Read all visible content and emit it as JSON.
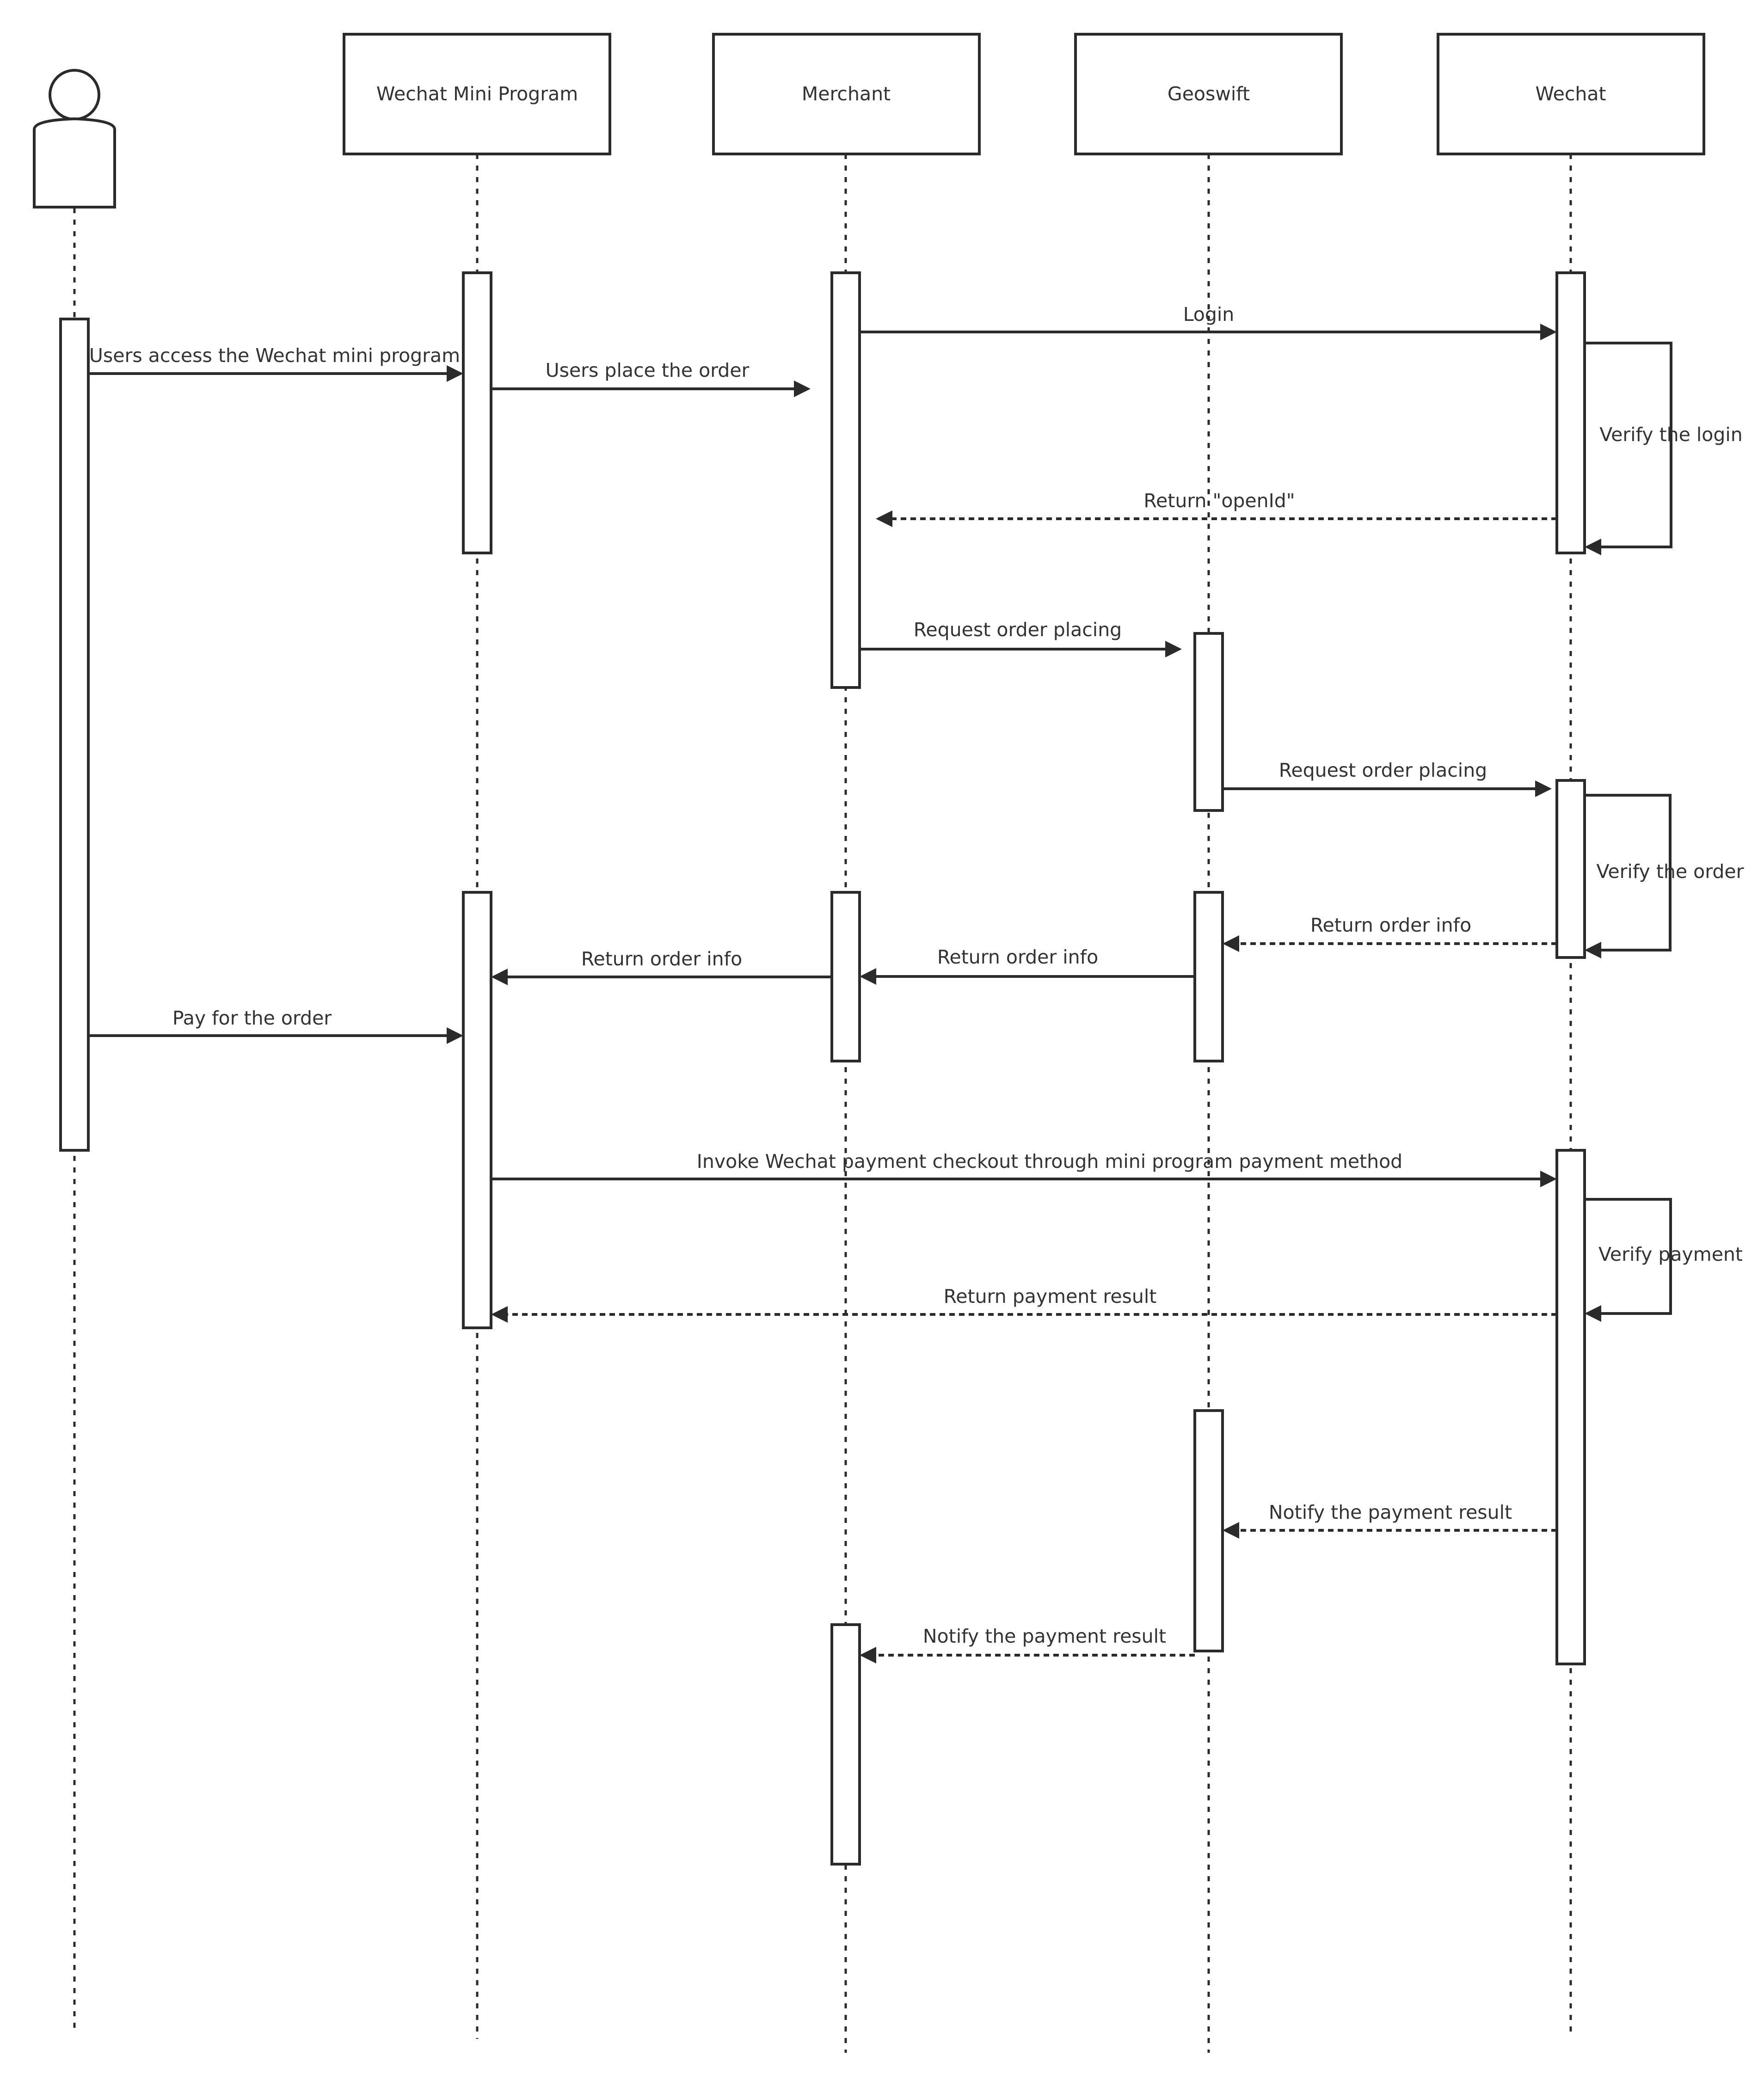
{
  "participants": [
    {
      "id": "user",
      "kind": "actor",
      "label": ""
    },
    {
      "id": "mini",
      "kind": "box",
      "label": "Wechat Mini Program"
    },
    {
      "id": "merchant",
      "kind": "box",
      "label": "Merchant"
    },
    {
      "id": "geoswift",
      "kind": "box",
      "label": "Geoswift"
    },
    {
      "id": "wechat",
      "kind": "box",
      "label": "Wechat"
    }
  ],
  "messages": [
    {
      "from": "user",
      "to": "mini",
      "label": "Users access the Wechat mini program",
      "style": "solid"
    },
    {
      "from": "mini",
      "to": "merchant",
      "label": "Users place the order",
      "style": "solid"
    },
    {
      "from": "merchant",
      "to": "wechat",
      "label": "Login",
      "style": "solid"
    },
    {
      "from": "wechat",
      "to": "wechat",
      "label": "Verify the login",
      "style": "self"
    },
    {
      "from": "wechat",
      "to": "merchant",
      "label": "Return \"openId\"",
      "style": "dashed"
    },
    {
      "from": "merchant",
      "to": "geoswift",
      "label": "Request order placing",
      "style": "solid"
    },
    {
      "from": "geoswift",
      "to": "wechat",
      "label": "Request order placing",
      "style": "solid"
    },
    {
      "from": "wechat",
      "to": "wechat",
      "label": "Verify the order",
      "style": "self"
    },
    {
      "from": "wechat",
      "to": "geoswift",
      "label": "Return order info",
      "style": "dashed"
    },
    {
      "from": "geoswift",
      "to": "merchant",
      "label": "Return order info",
      "style": "solid"
    },
    {
      "from": "merchant",
      "to": "mini",
      "label": "Return order info",
      "style": "solid"
    },
    {
      "from": "user",
      "to": "mini",
      "label": "Pay for the order",
      "style": "solid"
    },
    {
      "from": "mini",
      "to": "wechat",
      "label": "Invoke Wechat payment checkout through mini program payment method",
      "style": "solid"
    },
    {
      "from": "wechat",
      "to": "wechat",
      "label": "Verify payment",
      "style": "self"
    },
    {
      "from": "wechat",
      "to": "mini",
      "label": "Return payment result",
      "style": "dashed"
    },
    {
      "from": "wechat",
      "to": "geoswift",
      "label": "Notify the payment result",
      "style": "dashed"
    },
    {
      "from": "geoswift",
      "to": "merchant",
      "label": "Notify the payment result",
      "style": "dashed"
    }
  ]
}
